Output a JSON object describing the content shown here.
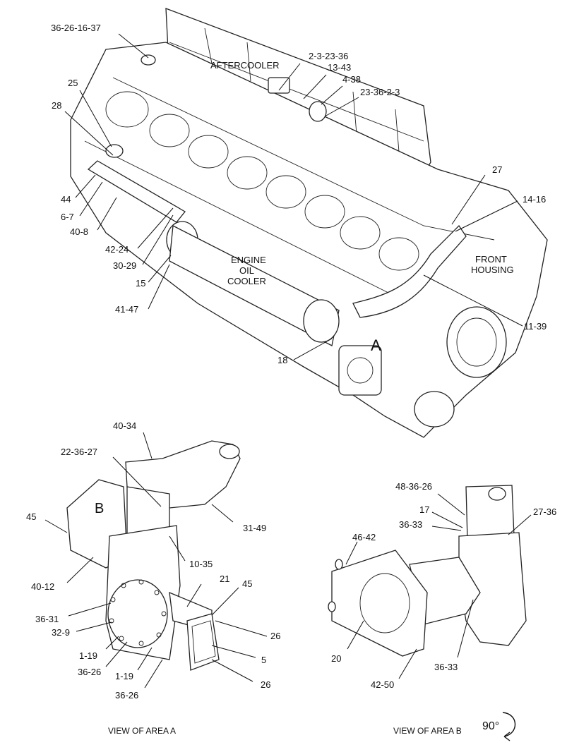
{
  "diagram": {
    "callouts": {
      "c01": "36-26-16-37",
      "c02": "AFTERCOOLER",
      "c03": "2-3-23-36",
      "c04": "13-43",
      "c05": "4-38",
      "c06": "23-36-2-3",
      "c07": "25",
      "c08": "28",
      "c09": "27",
      "c10": "14-16",
      "c11": "44",
      "c12": "6-7",
      "c13": "40-8",
      "c14": "42-24",
      "c15": "30-29",
      "c16": "15",
      "c17": "41-47",
      "c18": "ENGINE",
      "c19": "OIL",
      "c20": "COOLER",
      "c21": "FRONT",
      "c22": "HOUSING",
      "c23": "11-39",
      "c24": "18",
      "c25": "A",
      "c26": "40-34",
      "c27": "22-36-27",
      "c28": "B",
      "c29": "45",
      "c30": "31-49",
      "c31": "10-35",
      "c32": "40-12",
      "c33": "21",
      "c34": "45",
      "c35": "36-31",
      "c36": "32-9",
      "c37": "26",
      "c38": "1-19",
      "c39": "5",
      "c40": "36-26",
      "c41": "1-19",
      "c42": "26",
      "c43": "36-26",
      "c44": "48-36-26",
      "c45": "17",
      "c46": "27-36",
      "c47": "36-33",
      "c48": "46-42",
      "c49": "20",
      "c50": "36-33",
      "c51": "42-50"
    },
    "captions": {
      "view_a": "VIEW OF AREA  A",
      "view_b": "VIEW OF AREA B",
      "rotation": "90°"
    }
  }
}
